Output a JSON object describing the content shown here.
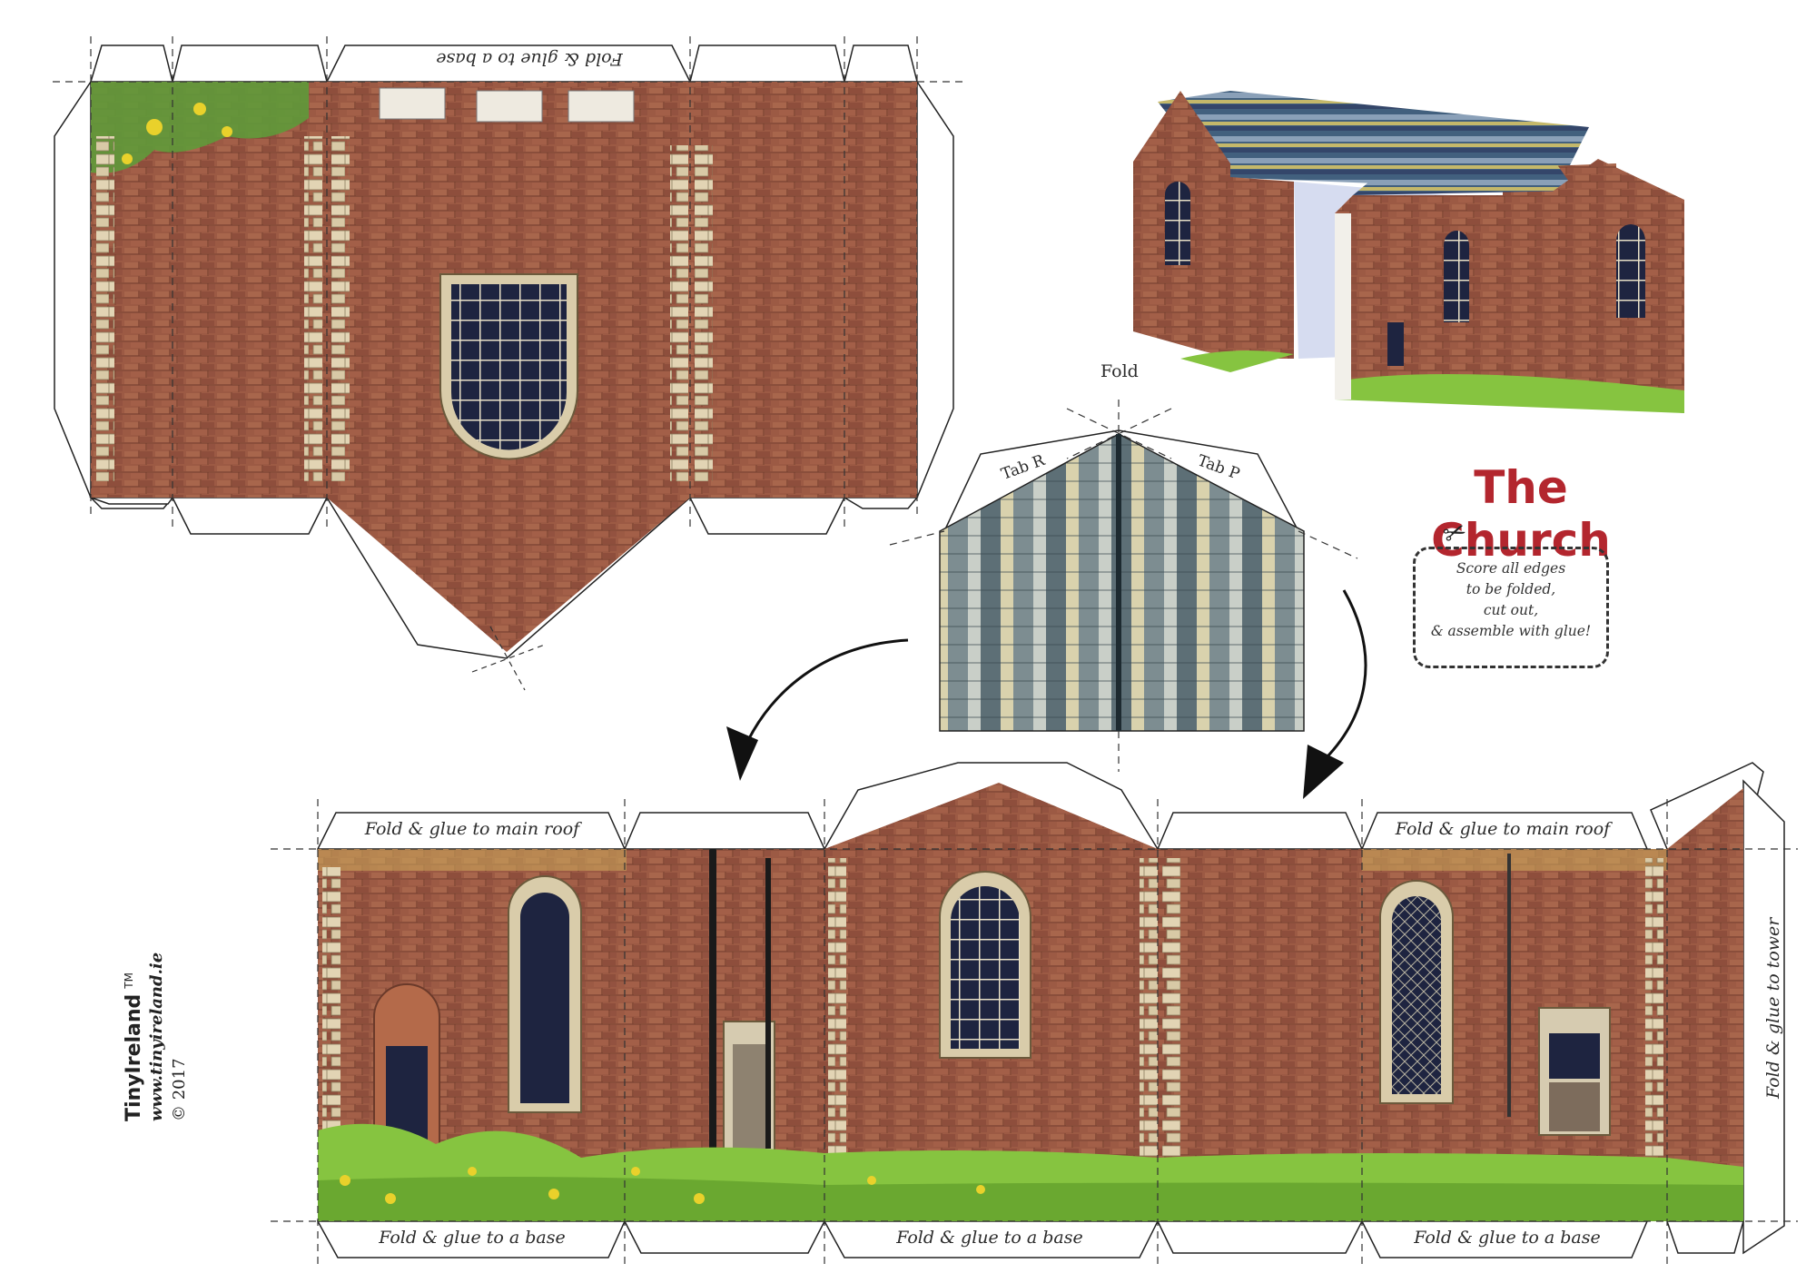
{
  "title": "The Church",
  "instructions": [
    "Score all edges",
    "to be folded,",
    "cut out,",
    "& assemble with glue!"
  ],
  "brand": {
    "name": "TinyIreland",
    "trademark": "TM",
    "url": "www.tinyireland.ie",
    "copyright": "© 2017"
  },
  "labels": {
    "fold_glue_base_flipped": "Fold & glue to a base",
    "fold": "Fold",
    "tab_r": "Tab R",
    "tab_p": "Tab P",
    "main_roof_left": "Fold & glue to main roof",
    "main_roof_right": "Fold & glue to main roof",
    "base_left": "Fold & glue to a base",
    "base_mid": "Fold & glue to a base",
    "base_right": "Fold & glue to a base",
    "tower": "Fold & glue to tower"
  },
  "colors": {
    "title": "#b3262e",
    "brick": "#9c5a44",
    "quoin": "#e2d4b4",
    "window": "#1e2440",
    "grass": "#86c440"
  }
}
